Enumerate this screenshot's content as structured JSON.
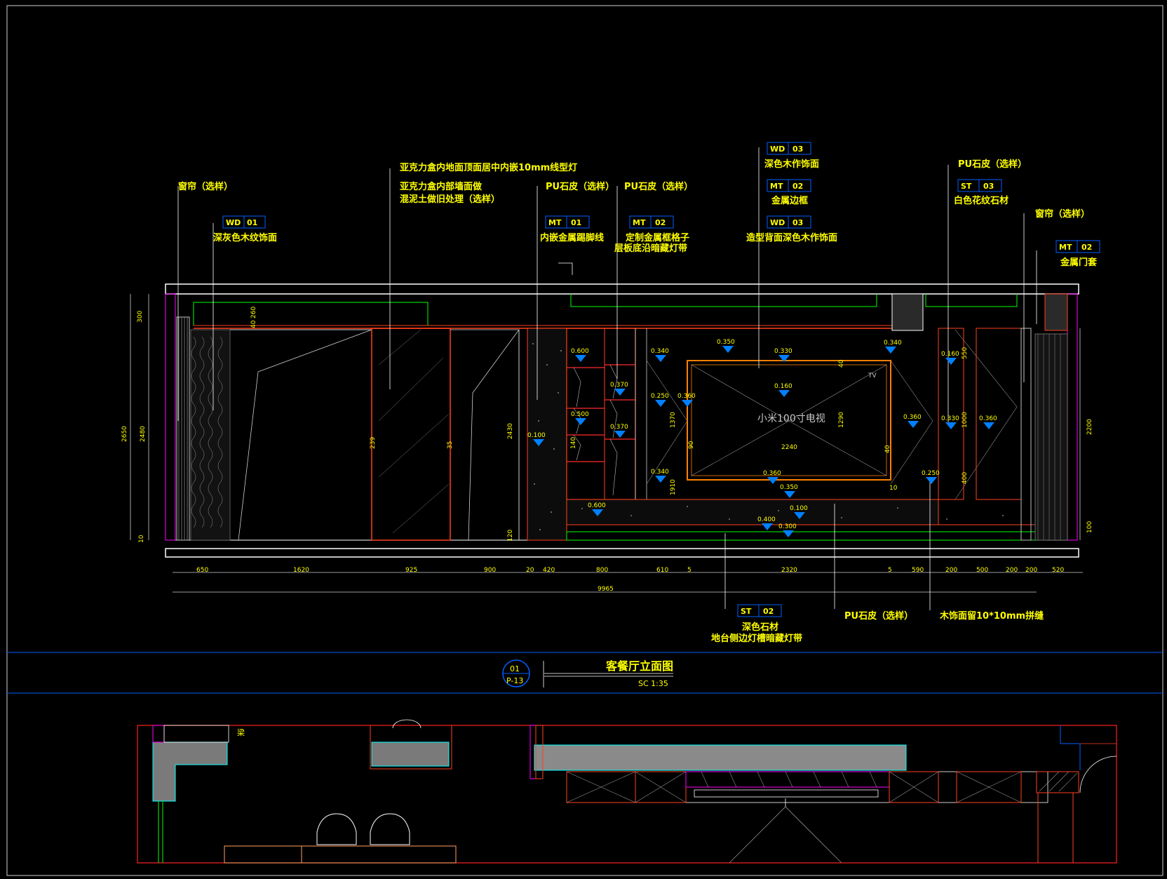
{
  "drawing": {
    "title": "客餐厅立面图",
    "scale": "SC  1:35",
    "ref_number": "01",
    "ref_sheet": "P-13",
    "tv_label": "小米100寸电视",
    "tv_mark": "TV",
    "plan_note": "梁"
  },
  "tags": [
    {
      "code": "WD",
      "num": "01"
    },
    {
      "code": "MT",
      "num": "01"
    },
    {
      "code": "MT",
      "num": "02"
    },
    {
      "code": "WD",
      "num": "03"
    },
    {
      "code": "MT",
      "num": "02"
    },
    {
      "code": "WD",
      "num": "03"
    },
    {
      "code": "ST",
      "num": "03"
    },
    {
      "code": "MT",
      "num": "02"
    },
    {
      "code": "ST",
      "num": "02"
    }
  ],
  "labels": {
    "curtain_left": "窗帘（选样）",
    "acrylic_box": "亚克力盒内地面顶面居中内嵌10mm线型灯",
    "acrylic_wall_1": "亚克力盒内部墙面做",
    "acrylic_wall_2": "混泥土做旧处理（选样）",
    "wd01": "深灰色木纹饰面",
    "pu_leather_1": "PU石皮（选样）",
    "pu_leather_2": "PU石皮（选样）",
    "mt01": "内嵌金属踢脚线",
    "mt02_1": "定制金属框格子",
    "mt02_2": "层板底沿暗藏灯带",
    "wd03_top": "深色木作饰面",
    "mt02_frame": "金属边框",
    "wd03_back": "造型背面深色木作饰面",
    "pu_leather_right": "PU石皮（选样）",
    "st03": "白色花纹石材",
    "curtain_right": "窗帘（选样）",
    "mt02_door": "金属门套",
    "st02_1": "深色石材",
    "st02_2": "地台侧边灯槽暗藏灯带",
    "pu_leather_bottom": "PU石皮（选样）",
    "wood_joint": "木饰面留10*10mm拼缝"
  },
  "level_marks": [
    "0.350",
    "0.330",
    "0.340",
    "0.340",
    "0.160",
    "0.160",
    "0.360",
    "0.250",
    "0.360",
    "0.330",
    "0.360",
    "0.360",
    "0.350",
    "0.100",
    "0.400",
    "0.300",
    "0.100",
    "0.340",
    "0.250",
    "0.600",
    "0.500",
    "0.370",
    "0.370",
    "0.600"
  ],
  "dims_bottom": [
    "650",
    "1620",
    "925",
    "900",
    "20",
    "420",
    "800",
    "610",
    "5",
    "2320",
    "5",
    "590",
    "200",
    "500",
    "200",
    "200",
    "520"
  ],
  "dim_total": "9965",
  "dims_left": [
    "300",
    "260",
    "40",
    "2650",
    "2480",
    "10"
  ],
  "dims_misc": [
    "2430",
    "2240",
    "1290",
    "40",
    "40",
    "10",
    "90",
    "1370",
    "1910",
    "2200",
    "1000",
    "550",
    "400",
    "140",
    "100",
    "35",
    "239",
    "120"
  ]
}
